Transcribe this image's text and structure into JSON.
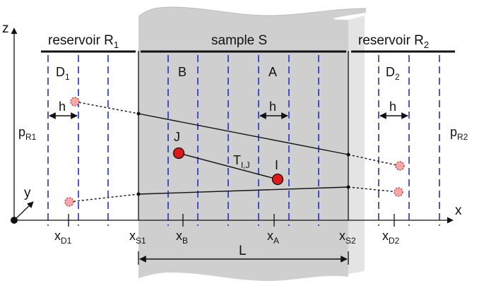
{
  "axes": {
    "x": "x",
    "y": "y",
    "z": "z"
  },
  "regions": {
    "reservoir1": {
      "name": "reservoir R",
      "sub": "1"
    },
    "sample": {
      "name": "sample S"
    },
    "reservoir2": {
      "name": "reservoir R",
      "sub": "2"
    }
  },
  "cells": {
    "D1": {
      "main": "D",
      "sub": "1"
    },
    "B": {
      "main": "B"
    },
    "A": {
      "main": "A"
    },
    "D2": {
      "main": "D",
      "sub": "2"
    }
  },
  "pressures": {
    "left": {
      "main": "p",
      "sub": "R1"
    },
    "right": {
      "main": "p",
      "sub": "R2"
    }
  },
  "h_label": "h",
  "points": {
    "J": "J",
    "I": "I"
  },
  "transmissibility": {
    "main": "T",
    "sub": "I,J"
  },
  "ticks": {
    "xD1": {
      "main": "x",
      "sub": "D1"
    },
    "xS1": {
      "main": "x",
      "sub": "S1"
    },
    "xB": {
      "main": "x",
      "sub": "B"
    },
    "xA": {
      "main": "x",
      "sub": "A"
    },
    "xS2": {
      "main": "x",
      "sub": "S2"
    },
    "xD2": {
      "main": "x",
      "sub": "D2"
    }
  },
  "length_label": "L",
  "colors": {
    "slab_front": "#cfcfcf",
    "slab_side": "#e4e4e4",
    "grid_dash": "#1f2fd0",
    "node_red": "#e01818",
    "ghost_fill": "#f4a8a8",
    "ghost_stroke": "#d02020",
    "ink": "#111111"
  }
}
